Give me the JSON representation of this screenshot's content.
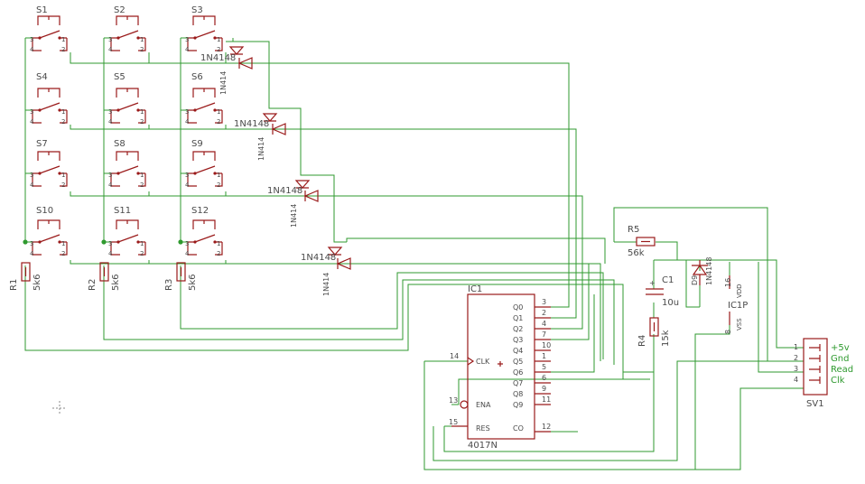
{
  "switches": {
    "s1": "S1",
    "s2": "S2",
    "s3": "S3",
    "s4": "S4",
    "s5": "S5",
    "s6": "S6",
    "s7": "S7",
    "s8": "S8",
    "s9": "S9",
    "s10": "S10",
    "s11": "S11",
    "s12": "S12"
  },
  "switch_pins": {
    "p1": "1",
    "p2": "2",
    "p3": "3",
    "p4": "4"
  },
  "diodes": {
    "d_value": "1N4148",
    "d_value_cut": "1N414",
    "d9_name": "D9",
    "d9_value": "1N4148"
  },
  "resistors": {
    "r1": "R1",
    "r2": "R2",
    "r3": "R3",
    "r_value": "5k6",
    "r4": "R4",
    "r4_value": "15k",
    "r5": "R5",
    "r5_value": "56k"
  },
  "capacitor": {
    "name": "C1",
    "value": "10u",
    "plus": "+"
  },
  "ic": {
    "name": "IC1",
    "part": "4017N",
    "outputs": [
      "Q0",
      "Q1",
      "Q2",
      "Q3",
      "Q4",
      "Q5",
      "Q6",
      "Q7",
      "Q8",
      "Q9",
      "CO"
    ],
    "output_pins": [
      "3",
      "2",
      "4",
      "7",
      "10",
      "1",
      "5",
      "6",
      "9",
      "11",
      "12"
    ],
    "clk_label": "CLK",
    "clk_pin": "14",
    "ena_label": "ENA",
    "ena_pin": "13",
    "res_label": "RES",
    "res_pin": "15",
    "power_name": "IC1P",
    "vdd": "VDD",
    "vdd_pin": "16",
    "vss": "VSS",
    "vss_pin": "8"
  },
  "connector": {
    "name": "SV1",
    "pins": [
      "1",
      "2",
      "3",
      "4"
    ],
    "signals": [
      "+5v",
      "Gnd",
      "Read",
      "Clk"
    ]
  }
}
